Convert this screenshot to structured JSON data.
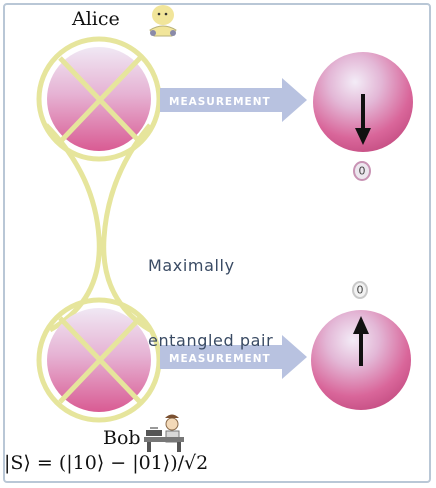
{
  "labels": {
    "alice": "Alice",
    "bob": "Bob",
    "measurement_top": "MEASUREMENT",
    "measurement_bottom": "MEASUREMENT",
    "caption_line1": "Maximally",
    "caption_line2": "entangled pair",
    "bit_top": "0",
    "bit_bottom": "0",
    "formula": "|S⟩ = (|10⟩ − |01⟩)/√2"
  },
  "colors": {
    "sphere_pink": "#d8588f",
    "sphere_light": "#e9dcef",
    "cross_yellow": "#e6e59c",
    "arrow_fill": "#b8c2e0",
    "frame": "#b9c7d6"
  },
  "icons": {
    "alice": "alice-figure-icon",
    "bob": "bob-at-desk-icon"
  }
}
